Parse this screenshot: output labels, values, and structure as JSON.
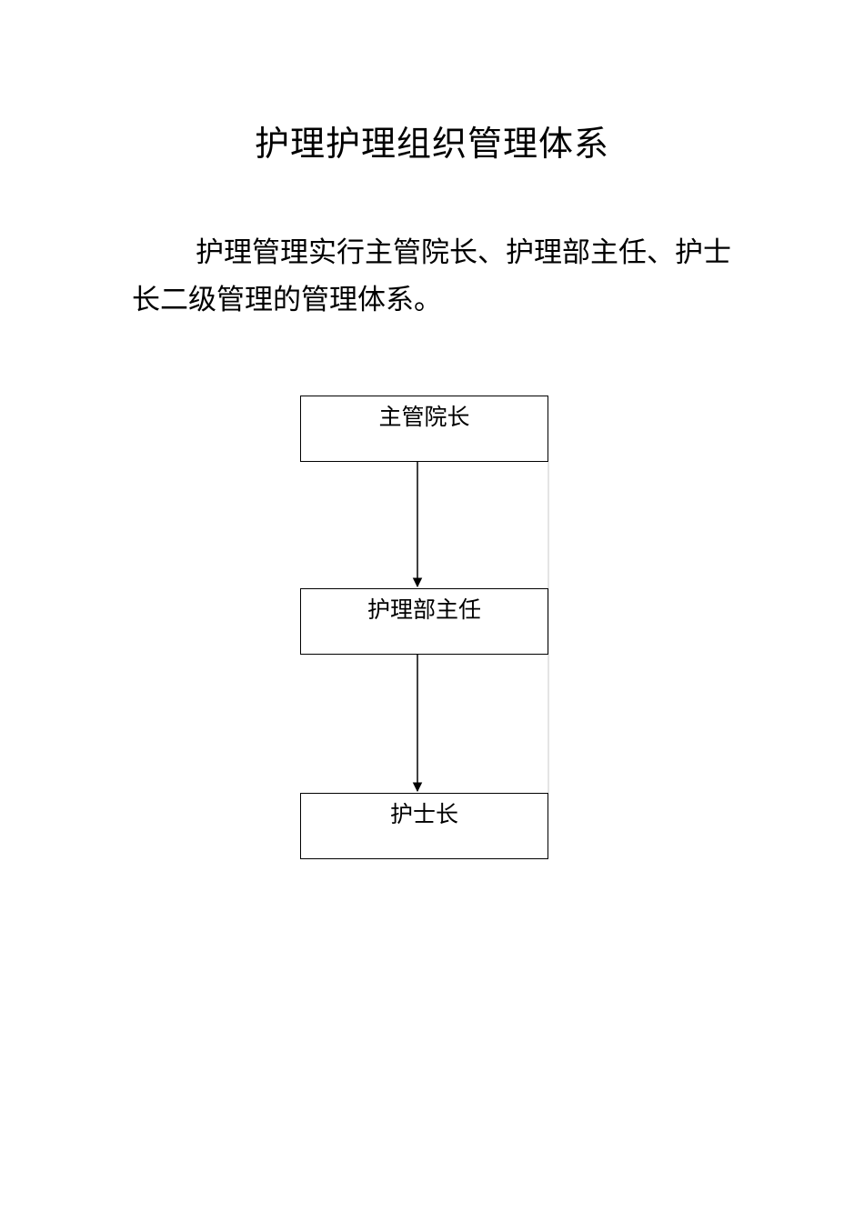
{
  "document": {
    "title": "护理护理组织管理体系",
    "paragraph": "护理管理实行主管院长、护理部主任、护士长二级管理的管理体系。"
  },
  "org_chart": {
    "nodes": [
      {
        "label": "主管院长"
      },
      {
        "label": "护理部主任"
      },
      {
        "label": "护士长"
      }
    ],
    "line_color": "#000000",
    "side_line_color": "#c8c8c8"
  }
}
